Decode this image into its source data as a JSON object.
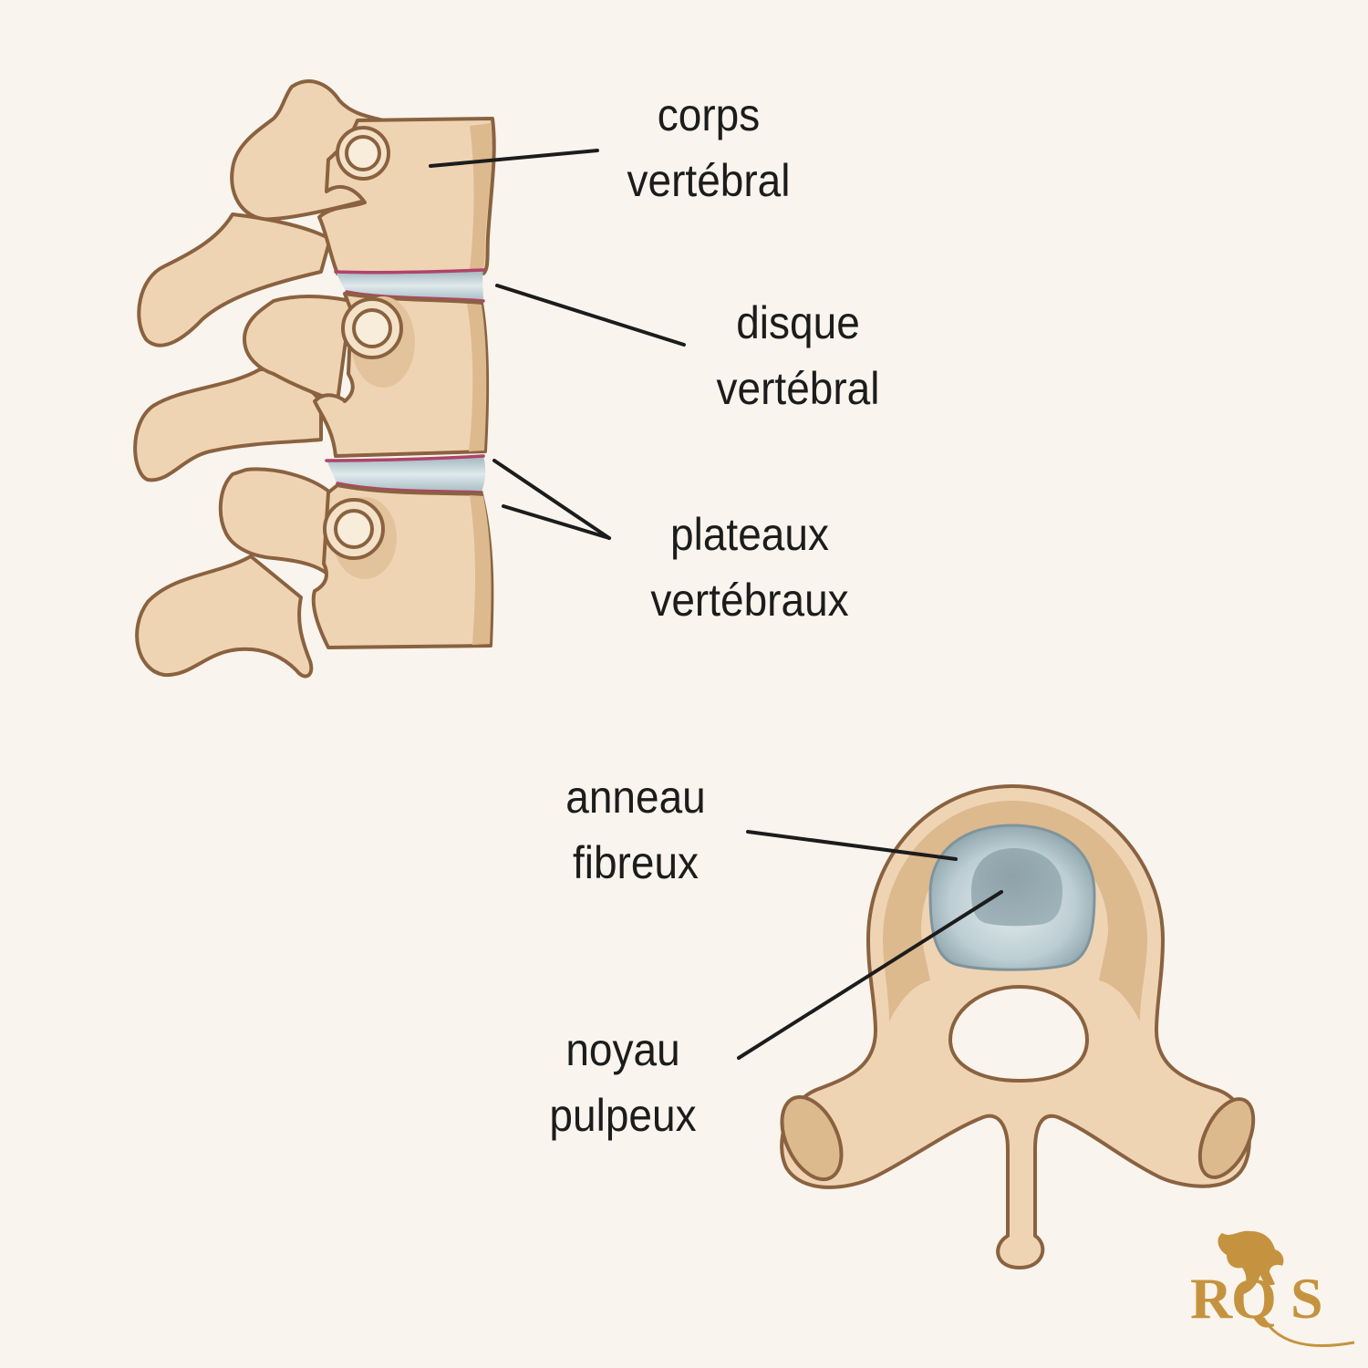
{
  "labels": {
    "corps": [
      "corps",
      "vertébral"
    ],
    "disque": [
      "disque",
      "vertébral"
    ],
    "plateaux": [
      "plateaux",
      "vertébraux"
    ],
    "anneau": [
      "anneau",
      "fibreux"
    ],
    "noyau": [
      "noyau",
      "pulpeux"
    ]
  },
  "logo": {
    "letters": [
      "R",
      "Q",
      "S"
    ]
  },
  "colors": {
    "background": "#f9f4ed",
    "bone_fill": "#efd4b4",
    "bone_shadow": "#ddb98e",
    "bone_outline": "#8a6240",
    "disc_fill": "#b8ccd1",
    "disc_edge": "#b0436a",
    "nucleus": "#8fa3aa",
    "annulus": "#c5d3d8",
    "leader_line": "#1c1c1c",
    "logo_gold": "#c5933f"
  }
}
